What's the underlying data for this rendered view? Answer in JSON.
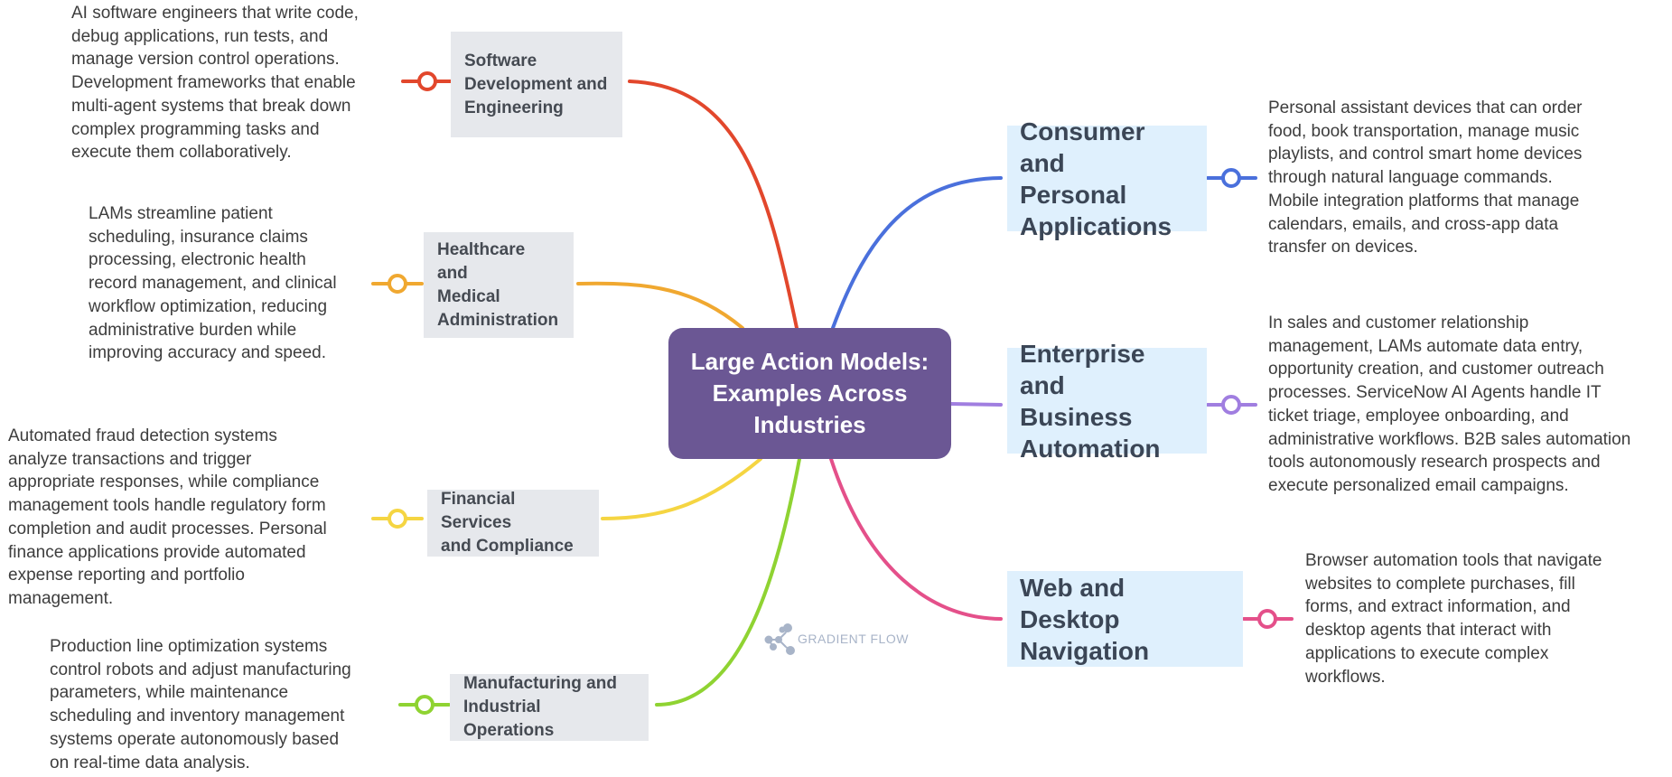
{
  "center": {
    "title": "Large Action Models:\nExamples Across\nIndustries"
  },
  "branches": [
    {
      "id": "software",
      "label": "Software\nDevelopment and\nEngineering",
      "color": "#e2472c",
      "description": "AI software engineers that write code,\ndebug applications, run tests, and\nmanage version control operations.\nDevelopment frameworks that enable\nmulti-agent systems that break down\ncomplex programming tasks and\nexecute them collaboratively."
    },
    {
      "id": "healthcare",
      "label": "Healthcare and\nMedical\nAdministration",
      "color": "#f0a830",
      "description": "LAMs streamline patient\nscheduling, insurance claims\nprocessing, electronic health\nrecord management, and clinical\nworkflow optimization, reducing\nadministrative burden while\nimproving accuracy and speed."
    },
    {
      "id": "financial",
      "label": "Financial Services\nand Compliance",
      "color": "#f5d542",
      "description": "Automated fraud detection systems\nanalyze transactions and trigger\nappropriate responses, while compliance\nmanagement tools handle regulatory form\ncompletion and audit processes. Personal\nfinance applications provide automated\nexpense reporting and portfolio\nmanagement."
    },
    {
      "id": "manufacturing",
      "label": "Manufacturing and\nIndustrial Operations",
      "color": "#8fd332",
      "description": "Production line optimization systems\ncontrol robots and adjust manufacturing\nparameters, while maintenance\nscheduling and inventory management\nsystems operate autonomously based\non real-time data analysis."
    },
    {
      "id": "consumer",
      "label": "Consumer and\nPersonal\nApplications",
      "color": "#4a70dc",
      "description": "Personal assistant devices that can order\nfood, book transportation, manage music\nplaylists, and control smart home devices\nthrough natural language commands.\nMobile integration platforms that manage\ncalendars, emails, and cross-app data\ntransfer on  devices."
    },
    {
      "id": "enterprise",
      "label": "Enterprise and\nBusiness\nAutomation",
      "color": "#a07ee0",
      "description": "In sales and customer relationship\nmanagement, LAMs automate data entry,\nopportunity creation, and customer outreach\nprocesses. ServiceNow AI Agents handle IT\nticket triage, employee onboarding, and\nadministrative workflows. B2B sales automation\ntools autonomously research prospects and\nexecute personalized email campaigns."
    },
    {
      "id": "web",
      "label": "Web and Desktop\nNavigation",
      "color": "#e4508a",
      "description": "Browser automation tools that navigate\nwebsites to complete purchases, fill\nforms, and extract information, and\ndesktop agents that interact with\napplications to execute complex\nworkflows."
    }
  ],
  "watermark": {
    "text": "GRADIENT FLOW",
    "icon": "network-nodes-icon",
    "color": "#a8b4c8"
  }
}
